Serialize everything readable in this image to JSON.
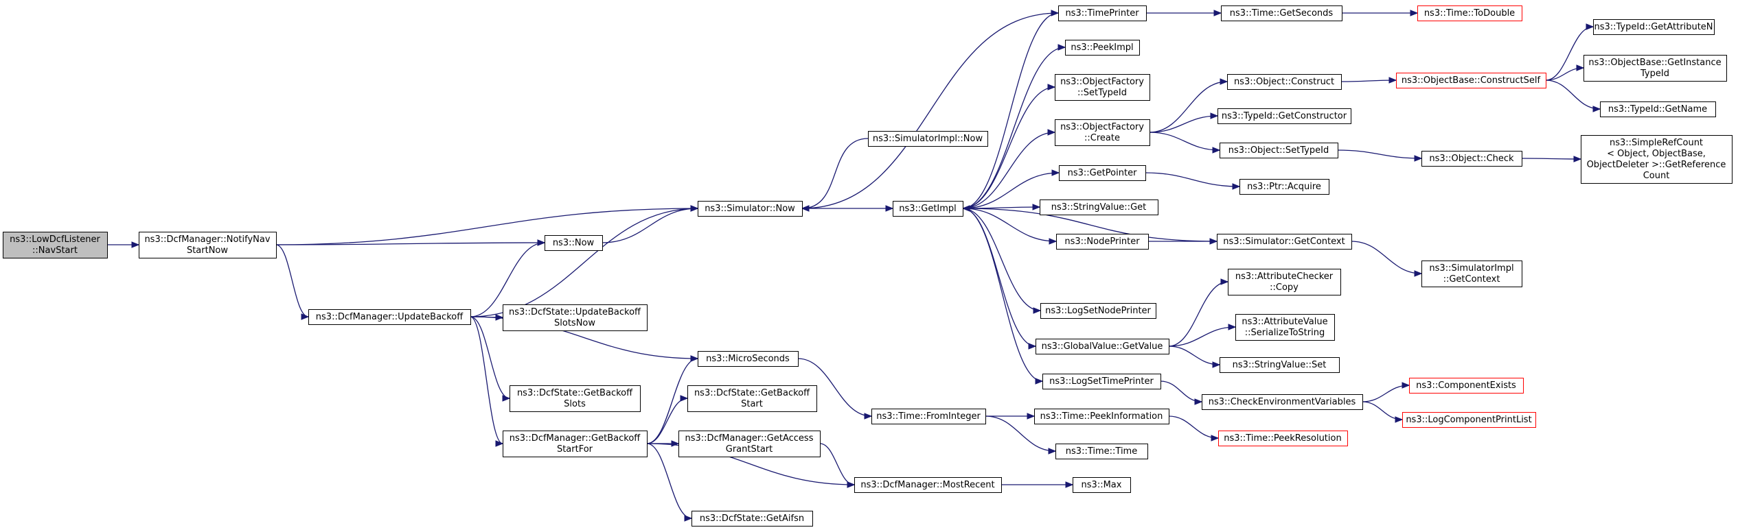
{
  "diagram": {
    "type": "call-graph",
    "colors": {
      "edge": "#191970",
      "node_border": "#000000",
      "node_fill": "#ffffff",
      "root_fill": "#bfbfbf",
      "undocumented_border": "#ff0000"
    },
    "nodes": [
      {
        "id": "lowdcf",
        "lines": [
          "ns3::LowDcfListener",
          "::NavStart"
        ],
        "style": "root"
      },
      {
        "id": "notifynav",
        "lines": [
          "ns3::DcfManager::NotifyNav",
          "StartNow"
        ],
        "style": "normal"
      },
      {
        "id": "updatebackoff",
        "lines": [
          "ns3::DcfManager::UpdateBackoff"
        ],
        "style": "normal"
      },
      {
        "id": "now",
        "lines": [
          "ns3::Now"
        ],
        "style": "normal"
      },
      {
        "id": "simnow",
        "lines": [
          "ns3::Simulator::Now"
        ],
        "style": "normal"
      },
      {
        "id": "dcfupdslots",
        "lines": [
          "ns3::DcfState::UpdateBackoff",
          "SlotsNow"
        ],
        "style": "normal"
      },
      {
        "id": "getbackoffslots",
        "lines": [
          "ns3::DcfState::GetBackoff",
          "Slots"
        ],
        "style": "normal"
      },
      {
        "id": "getbackoffstartfor",
        "lines": [
          "ns3::DcfManager::GetBackoff",
          "StartFor"
        ],
        "style": "normal"
      },
      {
        "id": "microseconds",
        "lines": [
          "ns3::MicroSeconds"
        ],
        "style": "normal"
      },
      {
        "id": "dcfgetbackoffstart",
        "lines": [
          "ns3::DcfState::GetBackoff",
          "Start"
        ],
        "style": "normal"
      },
      {
        "id": "getaccessgrant",
        "lines": [
          "ns3::DcfManager::GetAccess",
          "GrantStart"
        ],
        "style": "normal"
      },
      {
        "id": "getaifsn",
        "lines": [
          "ns3::DcfState::GetAifsn"
        ],
        "style": "normal"
      },
      {
        "id": "simimplnow",
        "lines": [
          "ns3::SimulatorImpl::Now"
        ],
        "style": "normal"
      },
      {
        "id": "getimpl",
        "lines": [
          "ns3::GetImpl"
        ],
        "style": "normal"
      },
      {
        "id": "fromint",
        "lines": [
          "ns3::Time::FromInteger"
        ],
        "style": "normal"
      },
      {
        "id": "mostrecent",
        "lines": [
          "ns3::DcfManager::MostRecent"
        ],
        "style": "normal"
      },
      {
        "id": "timeprinter",
        "lines": [
          "ns3::TimePrinter"
        ],
        "style": "normal"
      },
      {
        "id": "peekimpl",
        "lines": [
          "ns3::PeekImpl"
        ],
        "style": "normal"
      },
      {
        "id": "objfactsettype",
        "lines": [
          "ns3::ObjectFactory",
          "::SetTypeId"
        ],
        "style": "normal"
      },
      {
        "id": "objfactcreate",
        "lines": [
          "ns3::ObjectFactory",
          "::Create"
        ],
        "style": "normal"
      },
      {
        "id": "getpointer",
        "lines": [
          "ns3::GetPointer"
        ],
        "style": "normal"
      },
      {
        "id": "strvalget",
        "lines": [
          "ns3::StringValue::Get"
        ],
        "style": "normal"
      },
      {
        "id": "nodeprinter",
        "lines": [
          "ns3::NodePrinter"
        ],
        "style": "normal"
      },
      {
        "id": "logsetnodeprinter",
        "lines": [
          "ns3::LogSetNodePrinter"
        ],
        "style": "normal"
      },
      {
        "id": "globalvalget",
        "lines": [
          "ns3::GlobalValue::GetValue"
        ],
        "style": "normal"
      },
      {
        "id": "logsettimeprinter",
        "lines": [
          "ns3::LogSetTimePrinter"
        ],
        "style": "normal"
      },
      {
        "id": "peekinfo",
        "lines": [
          "ns3::Time::PeekInformation"
        ],
        "style": "normal"
      },
      {
        "id": "timetime",
        "lines": [
          "ns3::Time::Time"
        ],
        "style": "normal"
      },
      {
        "id": "max",
        "lines": [
          "ns3::Max"
        ],
        "style": "normal"
      },
      {
        "id": "timegetseconds",
        "lines": [
          "ns3::Time::GetSeconds"
        ],
        "style": "normal"
      },
      {
        "id": "objconstruct",
        "lines": [
          "ns3::Object::Construct"
        ],
        "style": "normal"
      },
      {
        "id": "typeidgetctor",
        "lines": [
          "ns3::TypeId::GetConstructor"
        ],
        "style": "normal"
      },
      {
        "id": "objsettypeid",
        "lines": [
          "ns3::Object::SetTypeId"
        ],
        "style": "normal"
      },
      {
        "id": "ptracquire",
        "lines": [
          "ns3::Ptr::Acquire"
        ],
        "style": "normal"
      },
      {
        "id": "simgetcontext",
        "lines": [
          "ns3::Simulator::GetContext"
        ],
        "style": "normal"
      },
      {
        "id": "attrcheckcopy",
        "lines": [
          "ns3::AttributeChecker",
          "::Copy"
        ],
        "style": "normal"
      },
      {
        "id": "attrvalser",
        "lines": [
          "ns3::AttributeValue",
          "::SerializeToString"
        ],
        "style": "normal"
      },
      {
        "id": "strvalset",
        "lines": [
          "ns3::StringValue::Set"
        ],
        "style": "normal"
      },
      {
        "id": "checkenv",
        "lines": [
          "ns3::CheckEnvironmentVariables"
        ],
        "style": "normal"
      },
      {
        "id": "peekres",
        "lines": [
          "ns3::Time::PeekResolution"
        ],
        "style": "undocumented"
      },
      {
        "id": "todouble",
        "lines": [
          "ns3::Time::ToDouble"
        ],
        "style": "undocumented"
      },
      {
        "id": "objbaseconstruct",
        "lines": [
          "ns3::ObjectBase::ConstructSelf"
        ],
        "style": "undocumented"
      },
      {
        "id": "objcheck",
        "lines": [
          "ns3::Object::Check"
        ],
        "style": "normal"
      },
      {
        "id": "simimplgetctx",
        "lines": [
          "ns3::SimulatorImpl",
          "::GetContext"
        ],
        "style": "normal"
      },
      {
        "id": "compexists",
        "lines": [
          "ns3::ComponentExists"
        ],
        "style": "undocumented"
      },
      {
        "id": "logcompprint",
        "lines": [
          "ns3::LogComponentPrintList"
        ],
        "style": "undocumented"
      },
      {
        "id": "typeidgetattrn",
        "lines": [
          "ns3::TypeId::GetAttributeN"
        ],
        "style": "normal"
      },
      {
        "id": "objbasegetinst",
        "lines": [
          "ns3::ObjectBase::GetInstance",
          "TypeId"
        ],
        "style": "normal"
      },
      {
        "id": "typeidgetname",
        "lines": [
          "ns3::TypeId::GetName"
        ],
        "style": "normal"
      },
      {
        "id": "simplerefcount",
        "lines": [
          "ns3::SimpleRefCount",
          "< Object, ObjectBase,",
          "ObjectDeleter >::GetReference",
          "Count"
        ],
        "style": "normal"
      }
    ],
    "edges": [
      [
        "lowdcf",
        "notifynav"
      ],
      [
        "notifynav",
        "simnow"
      ],
      [
        "notifynav",
        "now"
      ],
      [
        "notifynav",
        "updatebackoff"
      ],
      [
        "now",
        "simnow"
      ],
      [
        "updatebackoff",
        "now"
      ],
      [
        "updatebackoff",
        "simnow"
      ],
      [
        "updatebackoff",
        "dcfupdslots"
      ],
      [
        "updatebackoff",
        "getbackoffslots"
      ],
      [
        "updatebackoff",
        "microseconds"
      ],
      [
        "updatebackoff",
        "getbackoffstartfor"
      ],
      [
        "simnow",
        "getimpl"
      ],
      [
        "simimplnow",
        "simnow"
      ],
      [
        "timeprinter",
        "simnow"
      ],
      [
        "getbackoffstartfor",
        "microseconds"
      ],
      [
        "getbackoffstartfor",
        "dcfgetbackoffstart"
      ],
      [
        "getbackoffstartfor",
        "getaccessgrant"
      ],
      [
        "getbackoffstartfor",
        "mostrecent"
      ],
      [
        "getbackoffstartfor",
        "getaifsn"
      ],
      [
        "getaccessgrant",
        "mostrecent"
      ],
      [
        "microseconds",
        "fromint"
      ],
      [
        "fromint",
        "peekinfo"
      ],
      [
        "fromint",
        "timetime"
      ],
      [
        "mostrecent",
        "max"
      ],
      [
        "getimpl",
        "timeprinter"
      ],
      [
        "getimpl",
        "peekimpl"
      ],
      [
        "getimpl",
        "objfactsettype"
      ],
      [
        "getimpl",
        "objfactcreate"
      ],
      [
        "getimpl",
        "getpointer"
      ],
      [
        "getimpl",
        "strvalget"
      ],
      [
        "getimpl",
        "nodeprinter"
      ],
      [
        "getimpl",
        "logsetnodeprinter"
      ],
      [
        "getimpl",
        "globalvalget"
      ],
      [
        "getimpl",
        "logsettimeprinter"
      ],
      [
        "simgetcontext",
        "getimpl"
      ],
      [
        "timeprinter",
        "timegetseconds"
      ],
      [
        "timegetseconds",
        "todouble"
      ],
      [
        "objfactcreate",
        "objconstruct"
      ],
      [
        "objfactcreate",
        "typeidgetctor"
      ],
      [
        "objfactcreate",
        "objsettypeid"
      ],
      [
        "objconstruct",
        "objbaseconstruct"
      ],
      [
        "objbaseconstruct",
        "typeidgetattrn"
      ],
      [
        "objbaseconstruct",
        "objbasegetinst"
      ],
      [
        "objbaseconstruct",
        "typeidgetname"
      ],
      [
        "objsettypeid",
        "objcheck"
      ],
      [
        "objcheck",
        "simplerefcount"
      ],
      [
        "getpointer",
        "ptracquire"
      ],
      [
        "nodeprinter",
        "simgetcontext"
      ],
      [
        "simgetcontext",
        "simimplgetctx"
      ],
      [
        "globalvalget",
        "attrcheckcopy"
      ],
      [
        "globalvalget",
        "attrvalser"
      ],
      [
        "globalvalget",
        "strvalset"
      ],
      [
        "logsettimeprinter",
        "checkenv"
      ],
      [
        "checkenv",
        "compexists"
      ],
      [
        "checkenv",
        "logcompprint"
      ],
      [
        "peekinfo",
        "peekres"
      ]
    ]
  }
}
